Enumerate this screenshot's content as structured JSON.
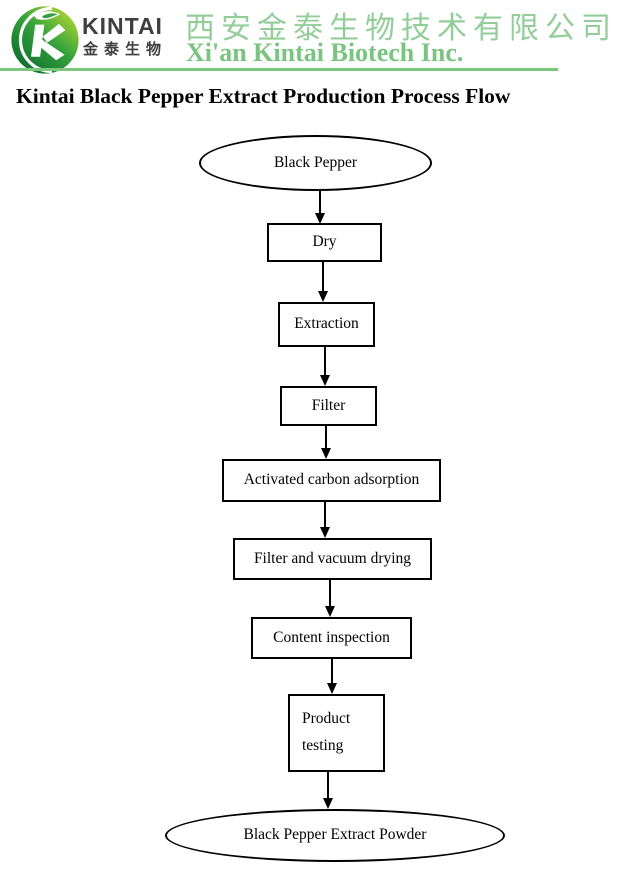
{
  "header": {
    "brand_en": "KINTAI",
    "brand_cn": "金泰生物",
    "company_cn": "西安金泰生物技术有限公司",
    "company_en": "Xi'an Kintai Biotech Inc.",
    "logo_icon": "kintai-k-leaf-circle",
    "colors": {
      "company_cn_green": "#93ce9a",
      "company_en_green": "#79c47f",
      "divider_green": "#7cc57c",
      "logo_green_dark": "#0e6e2c",
      "logo_green_light": "#aad432",
      "brand_text_gray": "#3f3f3f"
    }
  },
  "title": "Kintai Black Pepper Extract Production Process Flow",
  "flowchart": {
    "nodes": [
      {
        "shape": "ellipse",
        "label": "Black Pepper"
      },
      {
        "shape": "rect",
        "label": "Dry"
      },
      {
        "shape": "rect",
        "label": "Extraction"
      },
      {
        "shape": "rect",
        "label": "Filter"
      },
      {
        "shape": "rect",
        "label": "Activated carbon adsorption"
      },
      {
        "shape": "rect",
        "label": "Filter and vacuum drying"
      },
      {
        "shape": "rect",
        "label": "Content inspection"
      },
      {
        "shape": "rect",
        "label": "Product testing"
      },
      {
        "shape": "ellipse",
        "label": "Black Pepper Extract Powder"
      }
    ],
    "edges": [
      {
        "from": 0,
        "to": 1
      },
      {
        "from": 1,
        "to": 2
      },
      {
        "from": 2,
        "to": 3
      },
      {
        "from": 3,
        "to": 4
      },
      {
        "from": 4,
        "to": 5
      },
      {
        "from": 5,
        "to": 6
      },
      {
        "from": 6,
        "to": 7
      },
      {
        "from": 7,
        "to": 8
      }
    ],
    "node_border_color": "#000000",
    "arrow_color": "#000000"
  }
}
